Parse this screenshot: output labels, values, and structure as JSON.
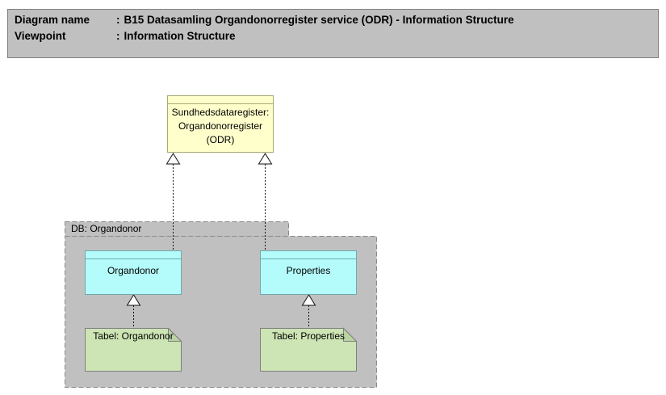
{
  "title_block": {
    "rows": [
      {
        "label": "Diagram name",
        "colon": ":",
        "value": "B15 Datasamling Organdonorregister service (ODR) - Information Structure"
      },
      {
        "label": "Viewpoint",
        "colon": ":",
        "value": "Information Structure"
      }
    ]
  },
  "diagram": {
    "service_node": {
      "label": "Sundhedsdataregister: Organdonorregister (ODR)"
    },
    "group_node": {
      "label": "DB: Organdonor"
    },
    "entity_nodes": [
      {
        "label": "Organdonor"
      },
      {
        "label": "Properties"
      }
    ],
    "table_nodes": [
      {
        "label": "Tabel: Organdonor"
      },
      {
        "label": "Tabel: Properties"
      }
    ],
    "relations": [
      {
        "from": "Organdonor",
        "to": "Sundhedsdataregister: Organdonorregister (ODR)",
        "type": "realization"
      },
      {
        "from": "Properties",
        "to": "Sundhedsdataregister: Organdonorregister (ODR)",
        "type": "realization"
      },
      {
        "from": "Tabel: Organdonor",
        "to": "Organdonor",
        "type": "realization"
      },
      {
        "from": "Tabel: Properties",
        "to": "Properties",
        "type": "realization"
      }
    ],
    "colors": {
      "title_block_fill": "#c0c0c0",
      "title_block_border": "#7f7f7f",
      "service_fill": "#ffffcc",
      "service_border": "#a9a972",
      "group_fill": "#c0c0c0",
      "group_border": "#8a8a8a",
      "entity_fill": "#b4fbfb",
      "entity_border": "#6fa9ae",
      "table_fill": "#cde4b4",
      "table_fold_fill": "#b9d3a2",
      "table_border": "#7f7f7f",
      "relation_line": "#111111"
    }
  }
}
